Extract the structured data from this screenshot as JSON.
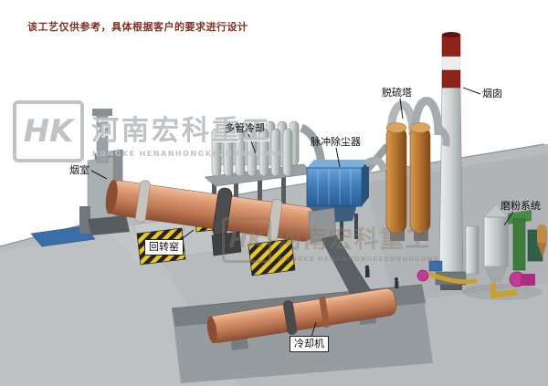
{
  "disclaimer": "该工艺仅供参考，具体根据客户的要求进行设计",
  "watermark": {
    "logo_initials": "HK",
    "company_cn": "河南宏科重工",
    "company_en": "HONGKE HENANHONGKEZHONGGONG"
  },
  "equipment_labels": {
    "smoke_chamber": "烟室",
    "multi_tube_cooler": "多管冷却",
    "pulse_dust_collector": "脉冲除尘器",
    "desulfurization_tower": "脱硫塔",
    "chimney": "烟囱",
    "grinding_system": "磨粉系统",
    "rotary_kiln": "回转窑",
    "cooling_machine": "冷却机"
  },
  "colors": {
    "kiln_shell": "#c97a55",
    "dust_collector_blue": "#3f7ab8",
    "desulfurization_tower": "#b9762f",
    "chimney_band_red": "#8e231c",
    "hazard_yellow": "#e6c52f",
    "ground_gray": "#b7bbbd",
    "disclaimer_text": "#7e3322"
  }
}
